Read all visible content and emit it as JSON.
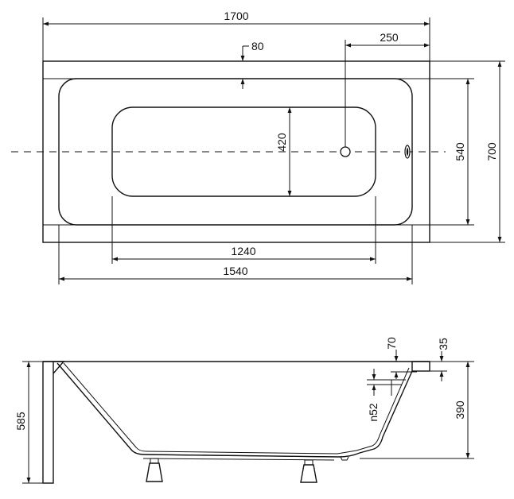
{
  "top_view": {
    "overall_length": "1700",
    "inner_length": "1540",
    "bottom_length": "1240",
    "overall_width": "700",
    "inner_width": "540",
    "bottom_width": "420",
    "rim_offset": "80",
    "drain_offset": "250"
  },
  "side_view": {
    "total_height": "585",
    "depth": "390",
    "rim_step": "70",
    "rim_thickness": "35",
    "overflow_diameter": "n52"
  }
}
